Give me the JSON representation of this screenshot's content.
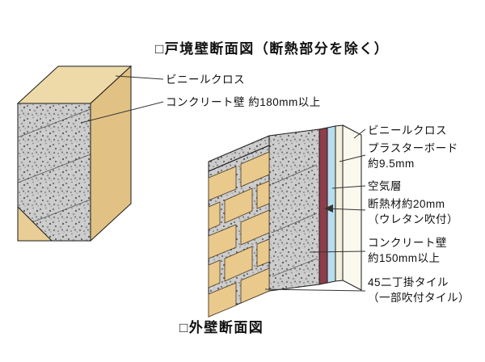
{
  "titles": {
    "partition_section": "□戸境壁断面図（断熱部分を除く）",
    "exterior_section": "□外壁断面図"
  },
  "partition_wall": {
    "labels": {
      "vinyl": "ビニールクロス",
      "concrete": "コンクリート壁 約180mm以上"
    }
  },
  "exterior_wall": {
    "labels": {
      "vinyl": "ビニールクロス",
      "plasterboard": "プラスターボード\n約9.5mm",
      "air_layer": "空気層",
      "insulation": "断熱材約20mm\n（ウレタン吹付）",
      "concrete": "コンクリート壁\n約150mm以上",
      "tile": "45二丁掛タイル\n（一部吹付タイル）"
    }
  },
  "colors": {
    "tan_top": "#eedaa8",
    "tan_side": "#e2c184",
    "tan_triangle": "#e8cd96",
    "tile": "#eac98d",
    "concrete_base": "#cccccc",
    "insulation_maroon": "#8e3d4a",
    "air_blue": "#b7ddef",
    "plasterboard": "#f3eedb",
    "interior_face": "#fbf8ee",
    "outline": "#1a1a1a",
    "leader": "#333333"
  }
}
